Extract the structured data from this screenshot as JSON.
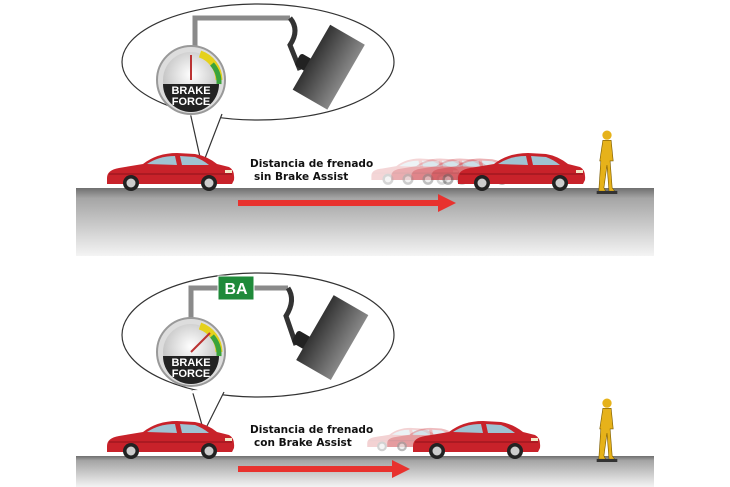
{
  "panels": [
    {
      "gauge_label_line1": "BRAKE",
      "gauge_label_line2": "FORCE",
      "caption_line1": "Distancia de frenado",
      "caption_line2": "sin Brake Assist",
      "gauge_level": 0.5,
      "ghost_cars": 4
    },
    {
      "badge": "BA",
      "gauge_label_line1": "BRAKE",
      "gauge_label_line2": "FORCE",
      "caption_line1": "Distancia de frenado",
      "caption_line2": "con Brake Assist",
      "gauge_level": 0.8,
      "ghost_cars": 2
    }
  ],
  "colors": {
    "car": "#c8222a",
    "arrow": "#e8322e",
    "badge": "#1f8a3a",
    "road": "#8e8e8e",
    "pedestrian": "#e6b21a"
  }
}
